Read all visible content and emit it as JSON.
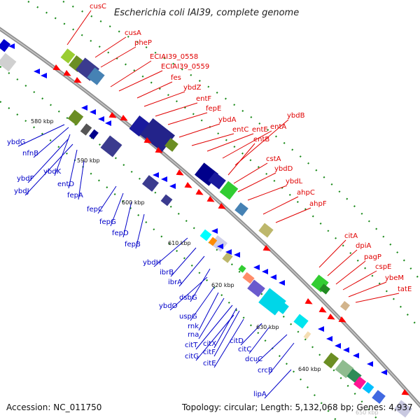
{
  "title": "Escherichia coli IAI39, complete genome",
  "footer": {
    "accession": "Accession: NC_011750",
    "topology": "Topology: circular; Length: 5,132,068 bp; Genes: 4,937"
  },
  "colors": {
    "forward_label": "#e00000",
    "reverse_label": "#0000c8",
    "backbone": "#909090",
    "ticks": "#1a8a1a"
  },
  "kbp_labels": [
    "580 kbp",
    "590 kbp",
    "600 kbp",
    "610 kbp",
    "620 kbp",
    "630 kbp",
    "640 kbp",
    "650 kbp"
  ],
  "forward_genes": [
    "cusC",
    "cusA",
    "pheP",
    "ECIAI39_0558",
    "ECIAI39_0559",
    "fes",
    "ybdZ",
    "entF",
    "fepE",
    "ybdA",
    "entC",
    "entE",
    "entA",
    "ybdB",
    "entB",
    "cstA",
    "ybdD",
    "ybdL",
    "ahpC",
    "ahpF",
    "citA",
    "dpiA",
    "pagP",
    "cspE",
    "ybeM",
    "tatE"
  ],
  "reverse_genes": [
    "ybdG",
    "nfnB",
    "ybdF",
    "ybdK",
    "ybdJ",
    "entD",
    "fepA",
    "fepC",
    "fepG",
    "fepD",
    "fepB",
    "ybdH",
    "ibrB",
    "ibrA",
    "dsbG",
    "ybdO",
    "uspG",
    "rnk",
    "rna",
    "citX",
    "citT",
    "citF",
    "citG",
    "citE",
    "citD",
    "citC",
    "dcuC",
    "crcB",
    "lipA"
  ]
}
